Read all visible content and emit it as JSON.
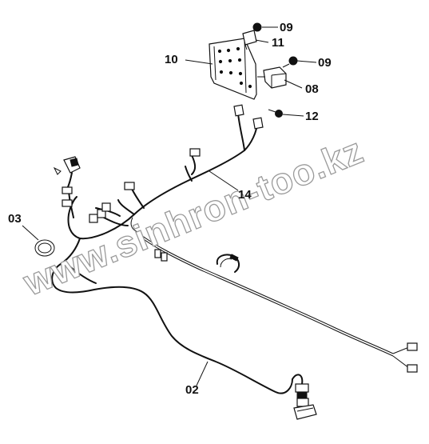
{
  "labels": {
    "l02": "02",
    "l03": "03",
    "l08": "08",
    "l09a": "09",
    "l09b": "09",
    "l10": "10",
    "l11": "11",
    "l12": "12",
    "l14": "14"
  },
  "watermark": "www.sinhron-too.kz"
}
